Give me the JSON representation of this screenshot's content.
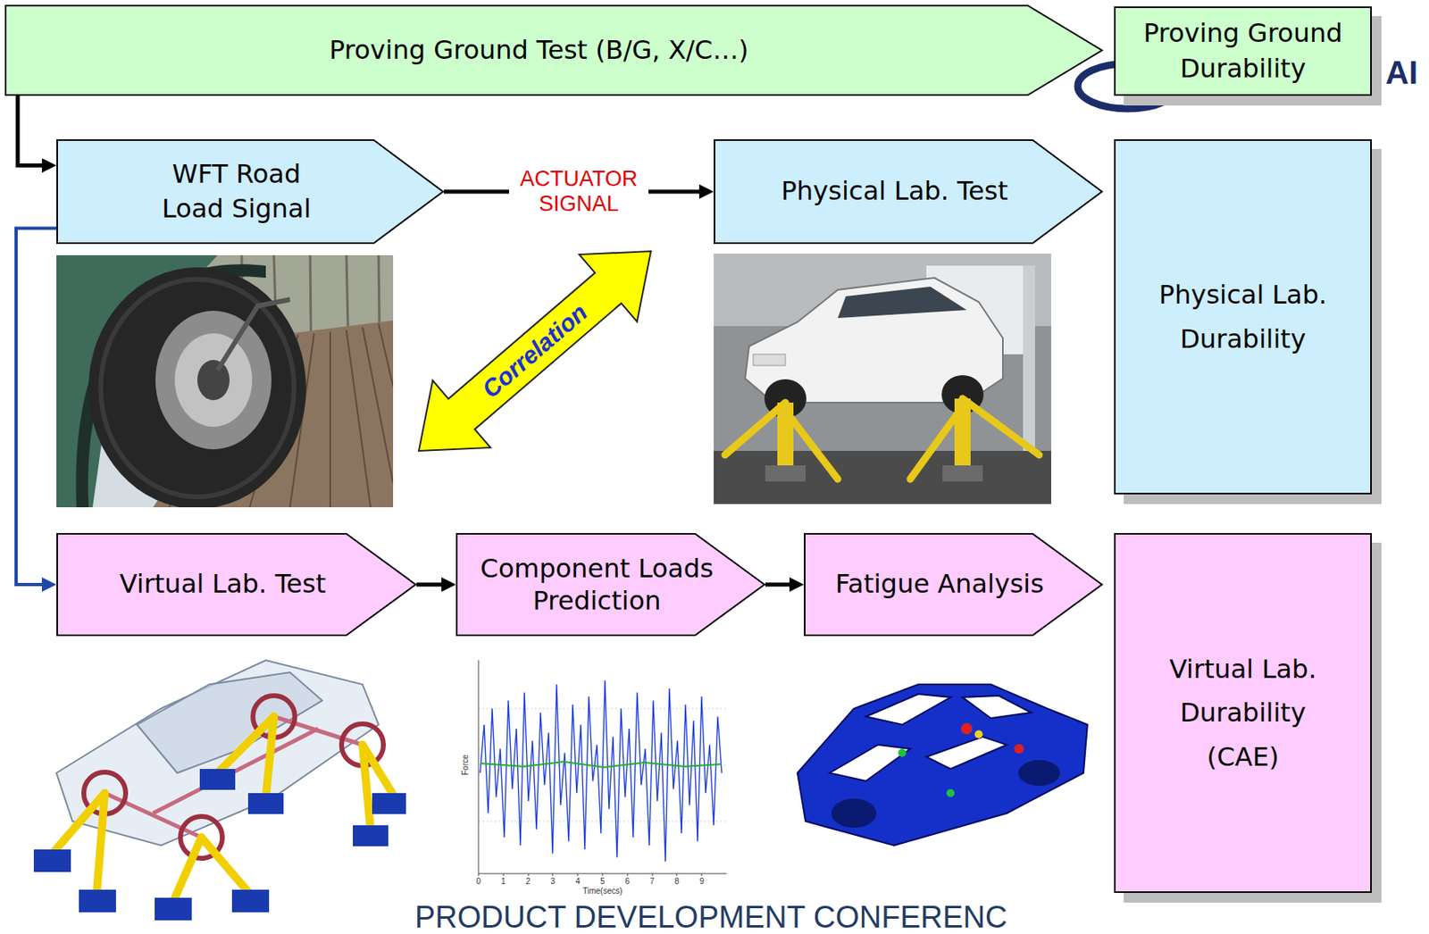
{
  "diagram": {
    "nodes": [
      {
        "text": [
          "Proving Ground Test (B/G, X/C…)"
        ]
      },
      {
        "text": [
          "Proving Ground Durability"
        ]
      },
      {
        "text": [
          "WFT Road Load Signal"
        ]
      },
      {
        "text": [
          "Physical Lab. Test"
        ]
      },
      {
        "text": [
          "Physical Lab. Durability"
        ]
      },
      {
        "text": [
          "Virtual Lab. Test"
        ]
      },
      {
        "text": [
          "Component Loads Prediction"
        ]
      },
      {
        "text": [
          "Fatigue Analysis"
        ]
      },
      {
        "text": [
          "Virtual Lab. Durability (CAE)"
        ]
      }
    ],
    "edges": [
      {
        "from": 0,
        "to": 2,
        "arrow": "to"
      },
      {
        "from": 2,
        "to": 3,
        "label": "ACTUATOR SIGNAL",
        "arrow": "to"
      },
      {
        "from": 2,
        "to": 5,
        "arrow": "to"
      },
      {
        "from": 5,
        "to": 6,
        "arrow": "to"
      },
      {
        "from": 6,
        "to": 7,
        "arrow": "to"
      }
    ],
    "labels": [
      "AI",
      "Correlation",
      "Force",
      "0",
      "1",
      "2",
      "3",
      "4",
      "5",
      "6",
      "7",
      "8",
      "9",
      "Time(secs)",
      "PRODUCT DEVELOPMENT CONFERENC"
    ]
  }
}
